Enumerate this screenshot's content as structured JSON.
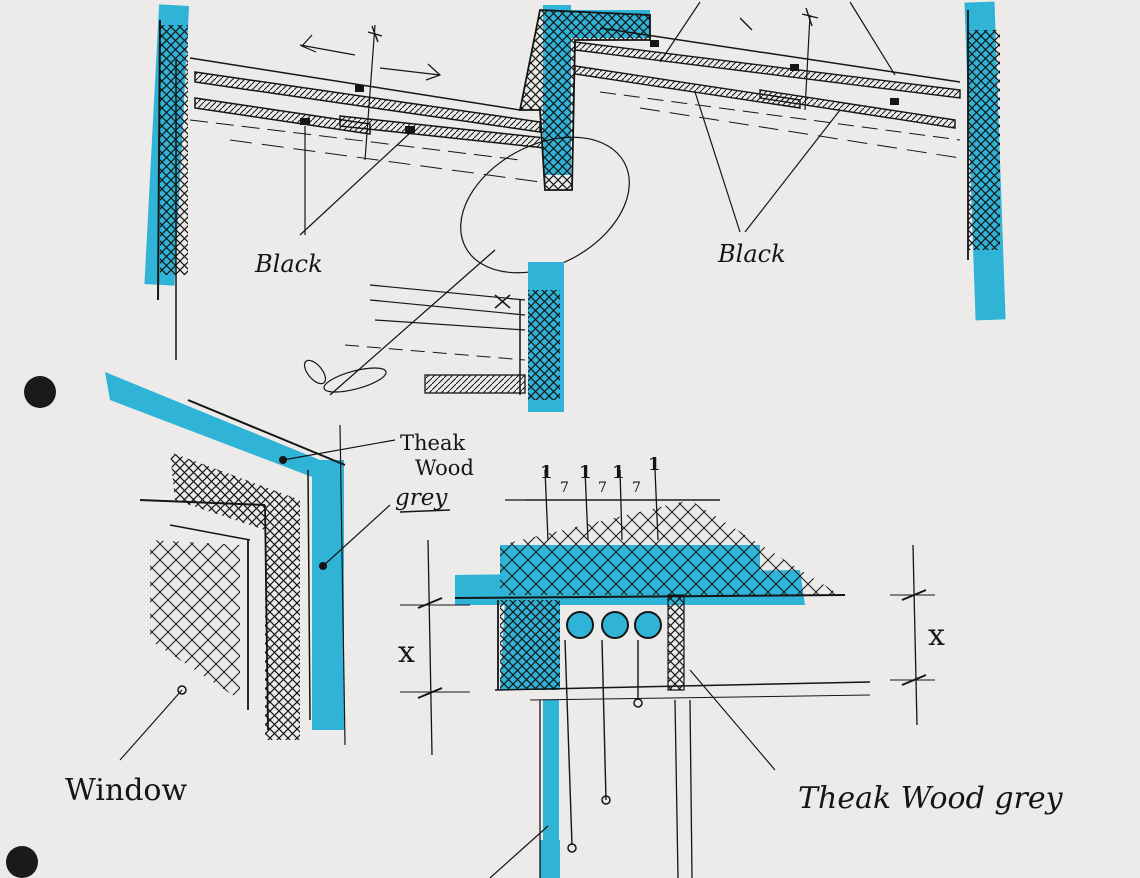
{
  "sheet": {
    "paper_color": "#ecebea",
    "ink_color": "#151515",
    "marker_color": "#2fb3d6"
  },
  "labels": {
    "black_left": "Black",
    "black_right": "Black",
    "teak_wood_grey_upper_line1": "Theak",
    "teak_wood_grey_upper_line2": "Wood",
    "teak_wood_grey_upper_line3": "grey",
    "window": "Window",
    "teak_wood_grey_lower": "Theak Wood grey",
    "dim_x_left": "x",
    "dim_x_right": "x"
  },
  "dimension_marks": [
    "1",
    "7",
    "1",
    "7",
    "1",
    "7",
    "1"
  ]
}
